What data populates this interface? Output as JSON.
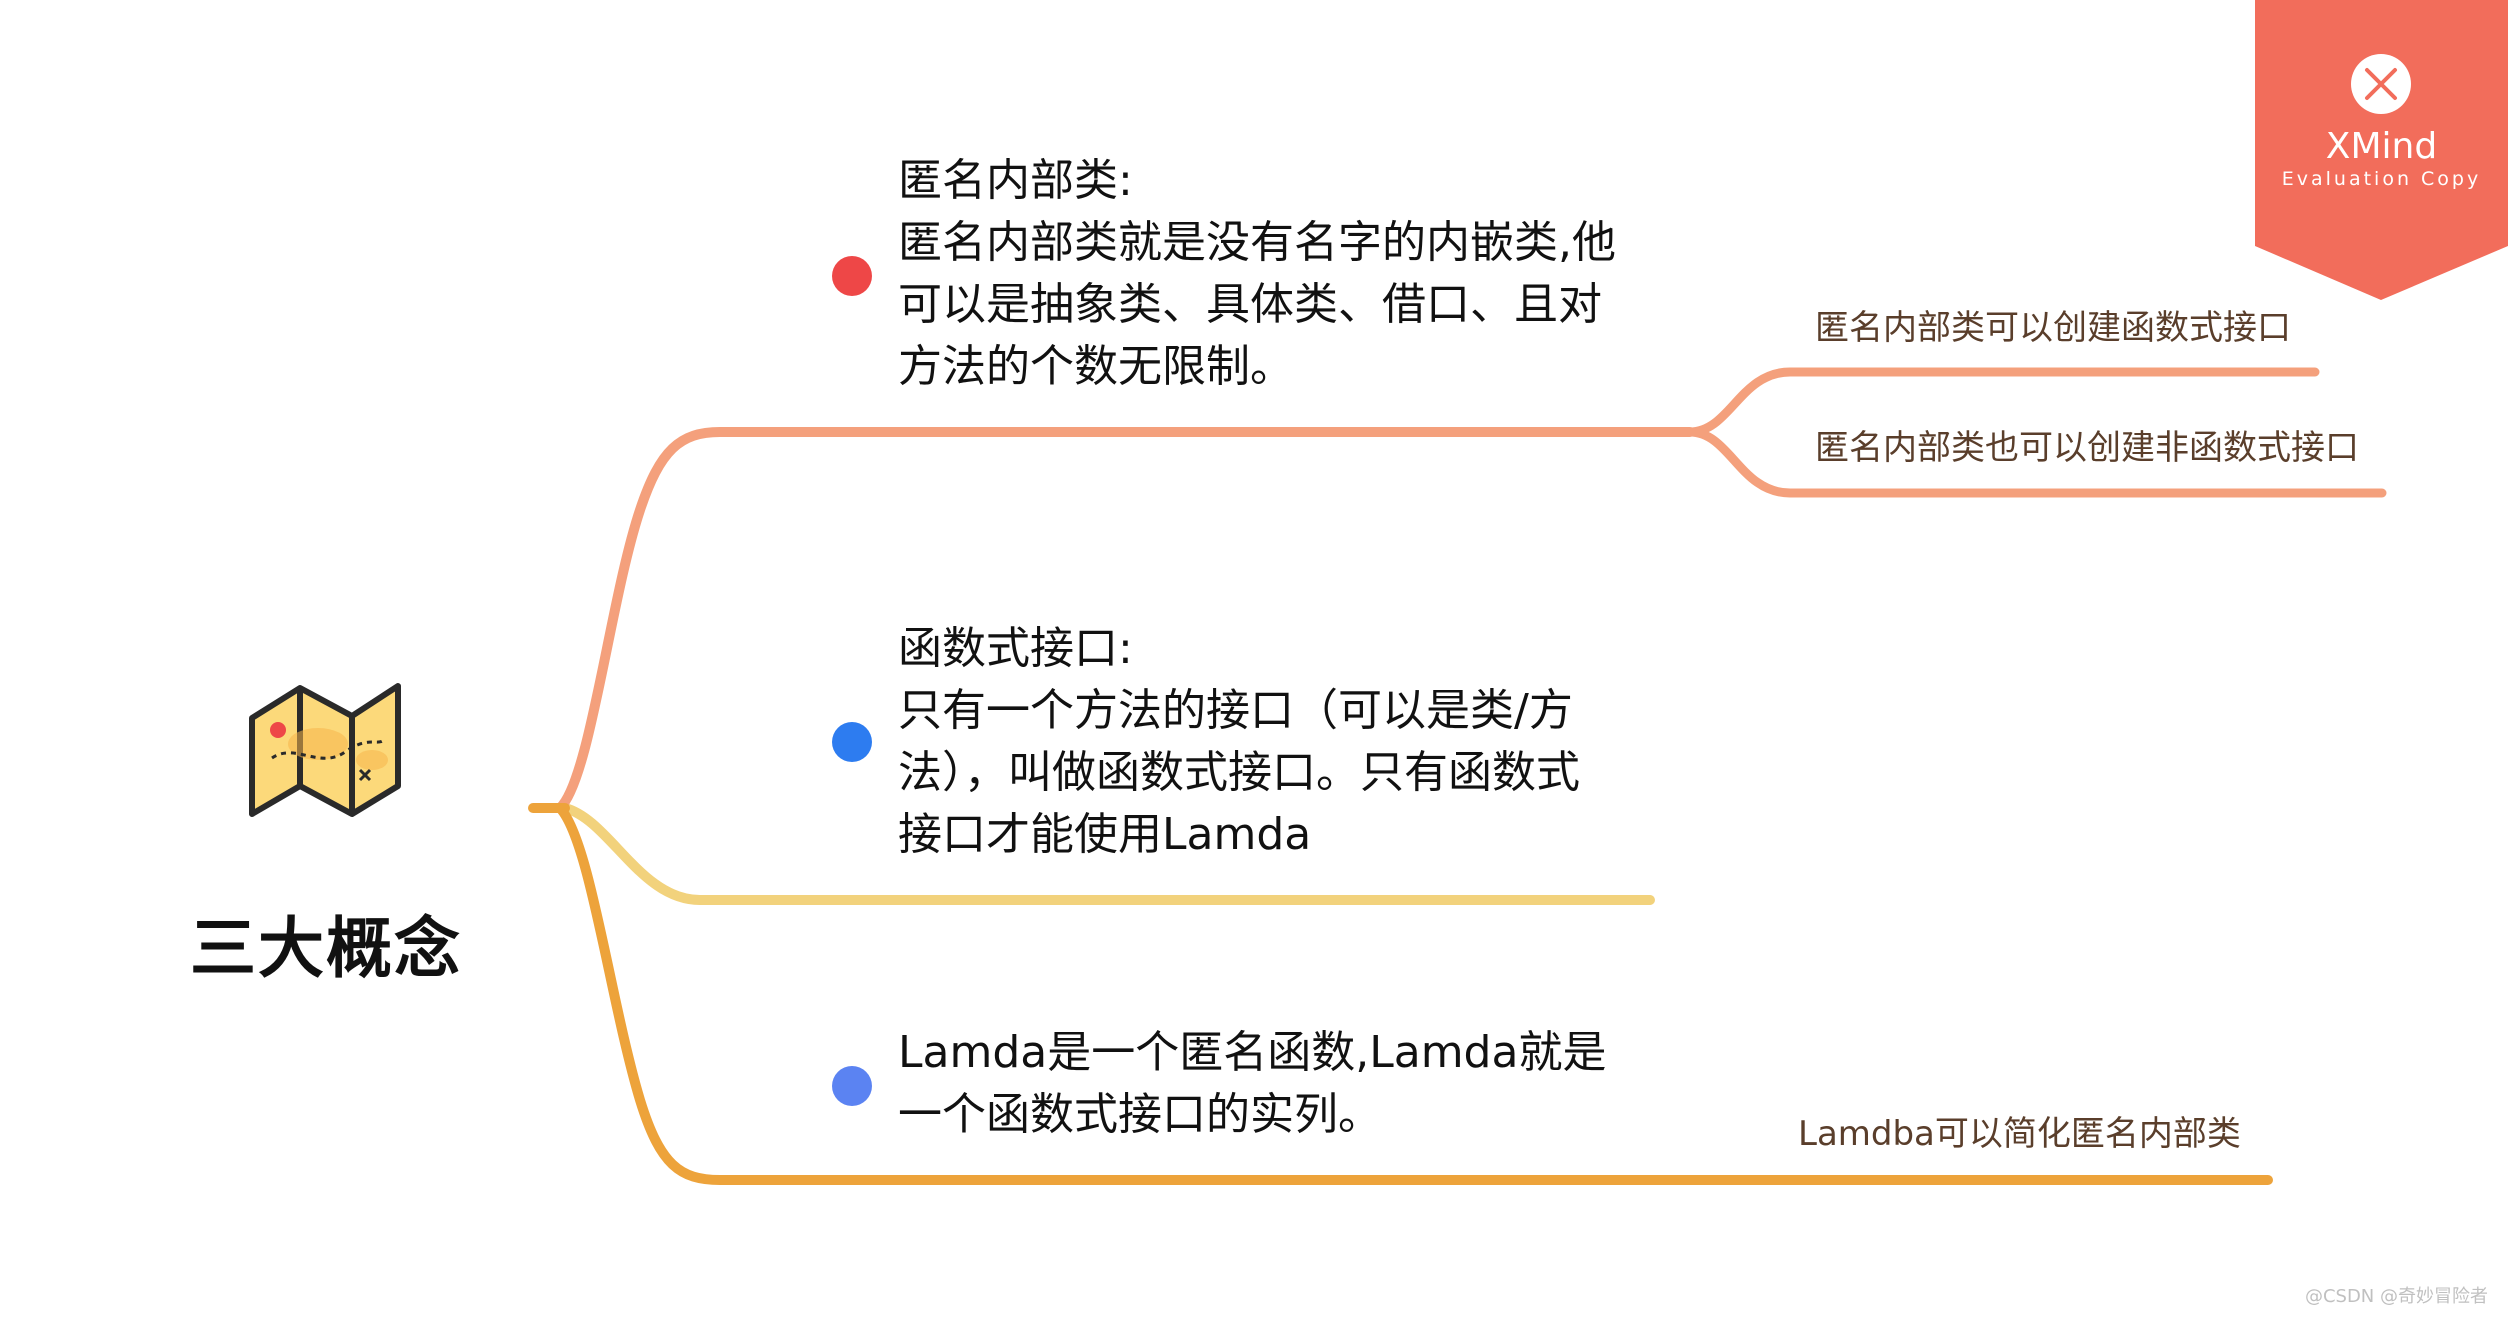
{
  "central_topic": {
    "title": "三大概念",
    "icon": "folded-map-icon"
  },
  "branches": [
    {
      "id": "anonymous-inner-class",
      "color": "#f4a07c",
      "dot_color": "#ee4747",
      "text": "匿名内部类:\n匿名内部类就是没有名字的内嵌类,他\n可以是抽象类、具体类、借口、且对\n方法的个数无限制。",
      "children": [
        {
          "text": "匿名内部类可以创建函数式接口"
        },
        {
          "text": "匿名内部类也可以创建非函数式接口"
        }
      ]
    },
    {
      "id": "functional-interface",
      "color": "#f2d27c",
      "dot_color": "#2d7cf0",
      "text": "函数式接口:\n只有一个方法的接口（可以是类/方\n法），叫做函数式接口。只有函数式\n接口才能使用Lamda",
      "children": []
    },
    {
      "id": "lamda",
      "color": "#eda33b",
      "dot_color": "#5b83f2",
      "text": "Lamda是一个匿名函数,Lamda就是\n一个函数式接口的实列。",
      "children": [
        {
          "text": "Lamdba可以简化匿名内部类"
        }
      ]
    }
  ],
  "watermark": {
    "brand": "XMind",
    "subtitle": "Evaluation Copy",
    "background": "#f26d5b",
    "icon": "xmind-logo-icon"
  },
  "credit": "@CSDN @奇妙冒险者"
}
